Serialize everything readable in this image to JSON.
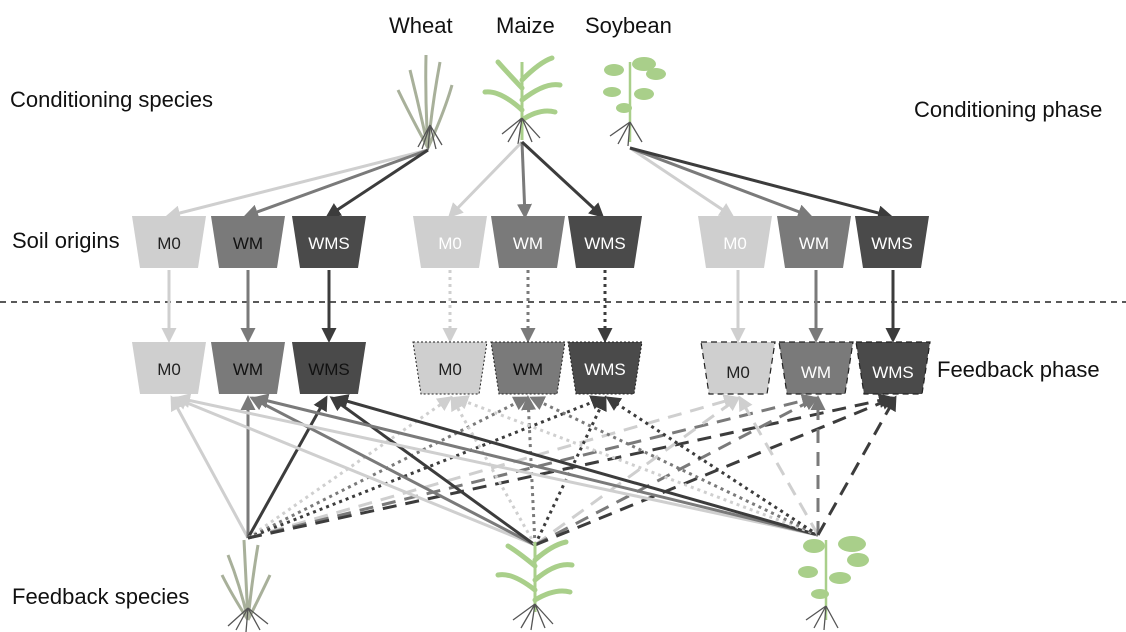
{
  "labels": {
    "conditioning_species": "Conditioning species",
    "conditioning_phase": "Conditioning phase",
    "soil_origins": "Soil origins",
    "feedback_phase": "Feedback phase",
    "feedback_species": "Feedback species"
  },
  "species": {
    "wheat": "Wheat",
    "maize": "Maize",
    "soybean": "Soybean"
  },
  "soil_types": {
    "m0": "M0",
    "wm": "WM",
    "wms": "WMS"
  },
  "colors": {
    "m0": "#cfcfcf",
    "wm": "#7a7a7a",
    "wms": "#4a4a4a",
    "plant_wheat": "#a8b09a",
    "plant_leaf": "#a9cf8a",
    "root": "#555555",
    "divider": "#222222"
  },
  "icons": [
    "wheat-plant-icon",
    "maize-plant-icon",
    "soybean-plant-icon"
  ]
}
